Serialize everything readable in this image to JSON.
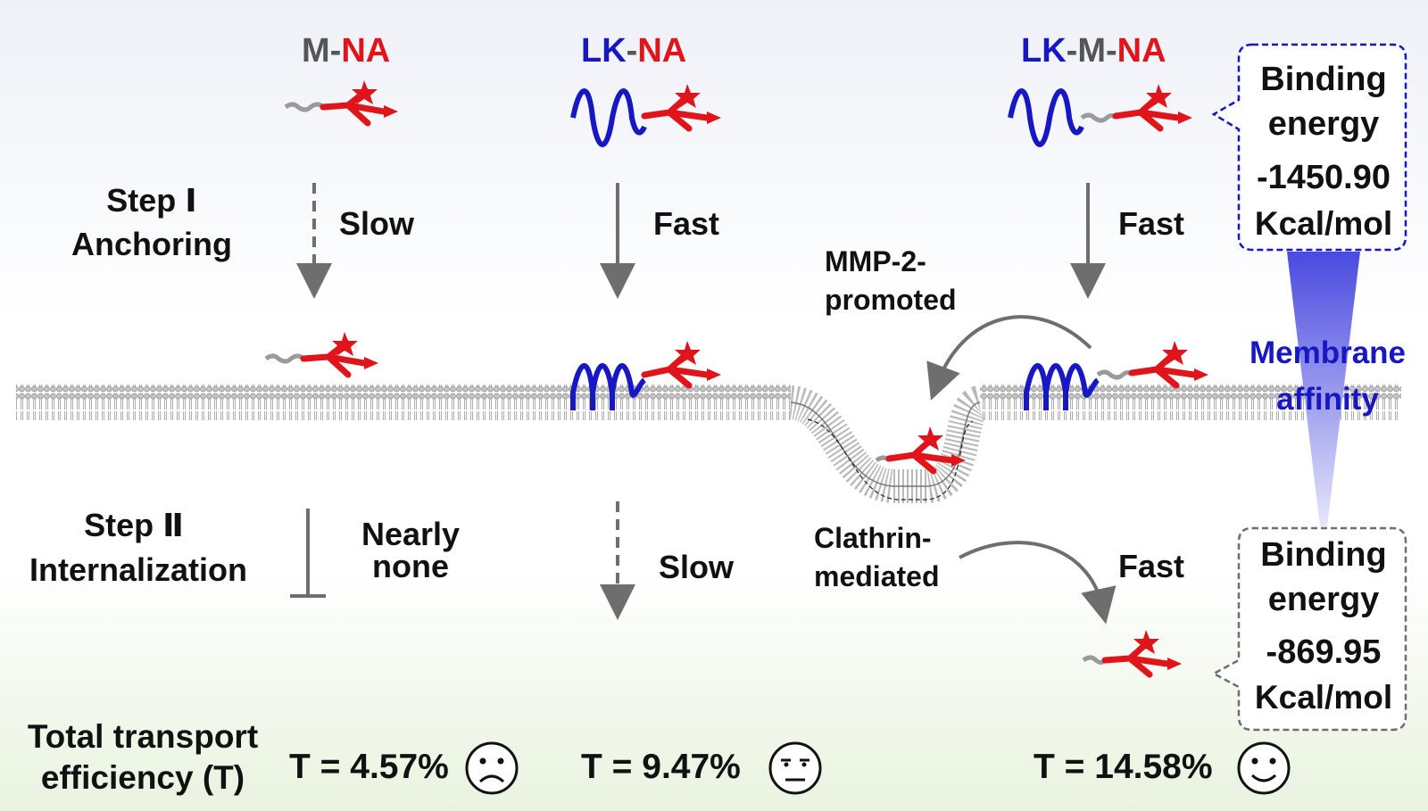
{
  "compounds": {
    "m_na": {
      "prefix": "M",
      "dash": "-",
      "suffix": "NA"
    },
    "lk_na": {
      "prefix": "LK",
      "dash": "-",
      "suffix": "NA"
    },
    "lk_m_na": {
      "lk": "LK",
      "dash1": "-",
      "m": "M",
      "dash2": "-",
      "na": "NA"
    }
  },
  "steps": {
    "step1": {
      "title": "Step Ⅰ",
      "subtitle": "Anchoring"
    },
    "step2": {
      "title": "Step Ⅱ",
      "subtitle": "Internalization"
    }
  },
  "rates": {
    "m_na_anchor": "Slow",
    "lk_na_anchor": "Fast",
    "lk_m_na_anchor": "Fast",
    "m_na_internal_1": "Nearly",
    "m_na_internal_2": "none",
    "lk_na_internal": "Slow",
    "lk_m_na_internal": "Fast"
  },
  "annotations": {
    "mmp_1": "MMP-2-",
    "mmp_2": "promoted",
    "clathrin_1": "Clathrin-",
    "clathrin_2": "mediated",
    "membrane_1": "Membrane",
    "membrane_2": "affinity"
  },
  "binding": {
    "top": {
      "l1": "Binding",
      "l2": "energy",
      "value": "-1450.90",
      "unit": "Kcal/mol"
    },
    "bottom": {
      "l1": "Binding",
      "l2": "energy",
      "value": "-869.95",
      "unit": "Kcal/mol"
    }
  },
  "efficiency": {
    "label_1": "Total transport",
    "label_2": "efficiency (T)",
    "m_na": "T = 4.57%",
    "lk_na": "T = 9.47%",
    "lk_m_na": "T = 14.58%"
  },
  "colors": {
    "red": "#e0141b",
    "blue": "#1717c4",
    "gray": "#555555",
    "arrow": "#6e6e6e"
  },
  "icons": [
    "sad-face-icon",
    "neutral-face-icon",
    "happy-face-icon",
    "molecule-icon",
    "lipid-bilayer-icon"
  ]
}
